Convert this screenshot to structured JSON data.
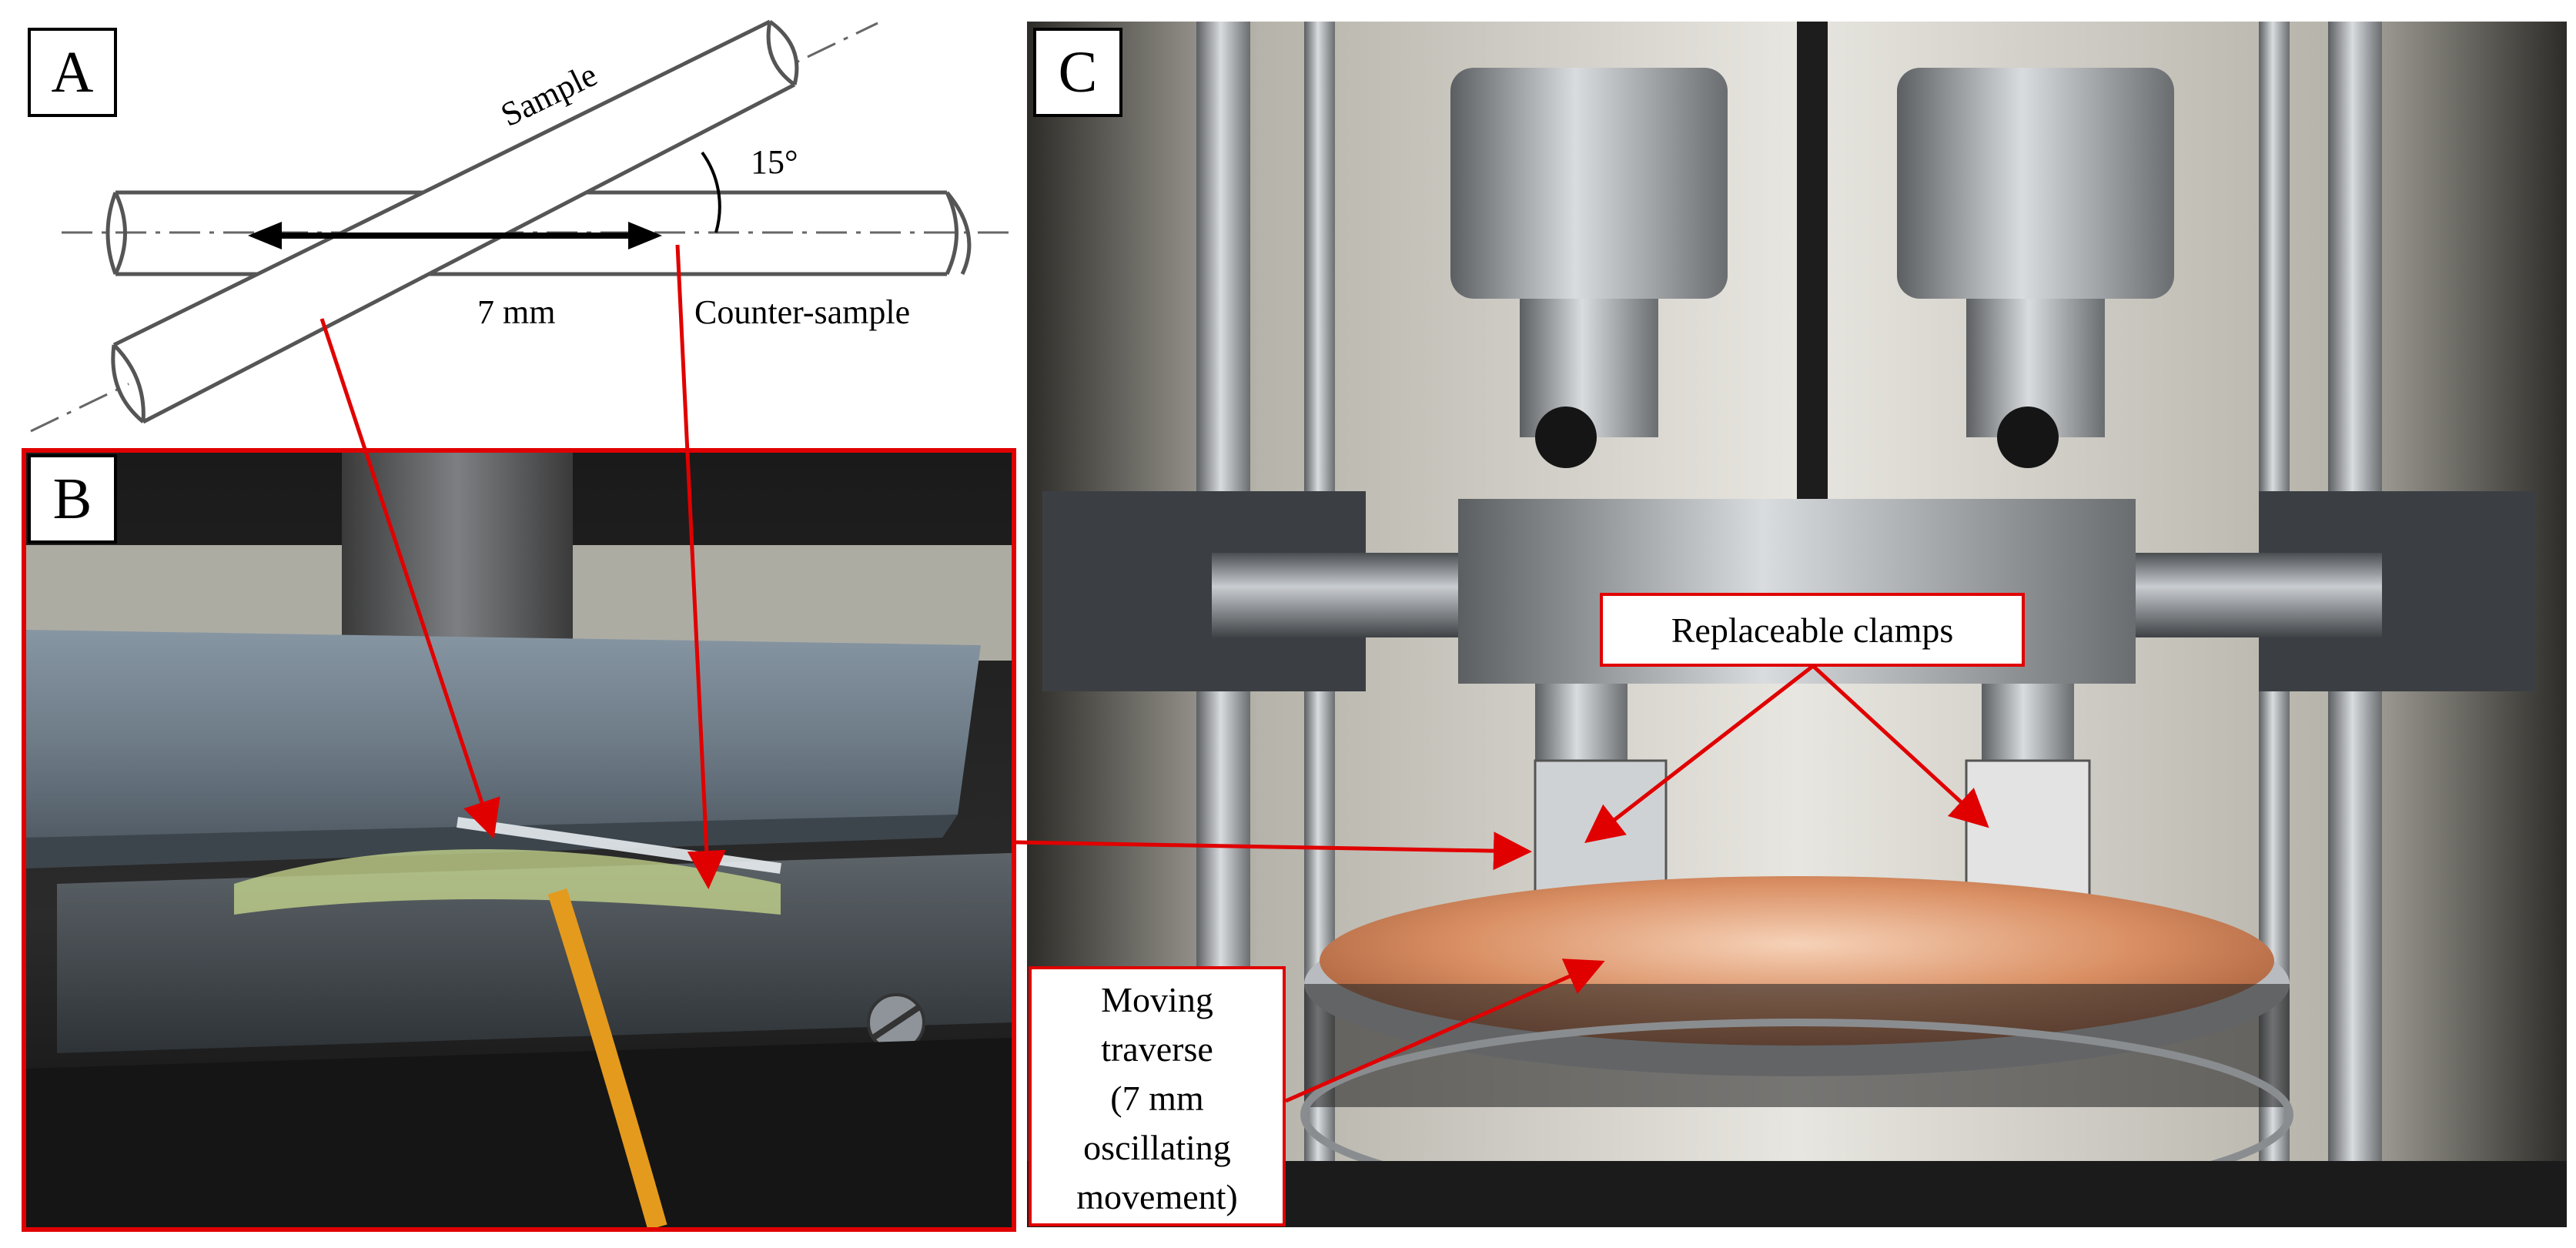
{
  "panels": {
    "a": {
      "label": "A",
      "sample_label": "Sample",
      "angle_label": "15°",
      "distance_label": "7 mm",
      "counter_sample_label": "Counter-sample"
    },
    "b": {
      "label": "B"
    },
    "c": {
      "label": "C",
      "clamps_label": "Replaceable clamps",
      "traverse_lines": [
        "Moving",
        "traverse",
        "(7 mm",
        "oscillating",
        "movement)"
      ]
    }
  },
  "colors": {
    "accent": "#e00000",
    "outline": "#000000",
    "drawing": "#555555"
  }
}
